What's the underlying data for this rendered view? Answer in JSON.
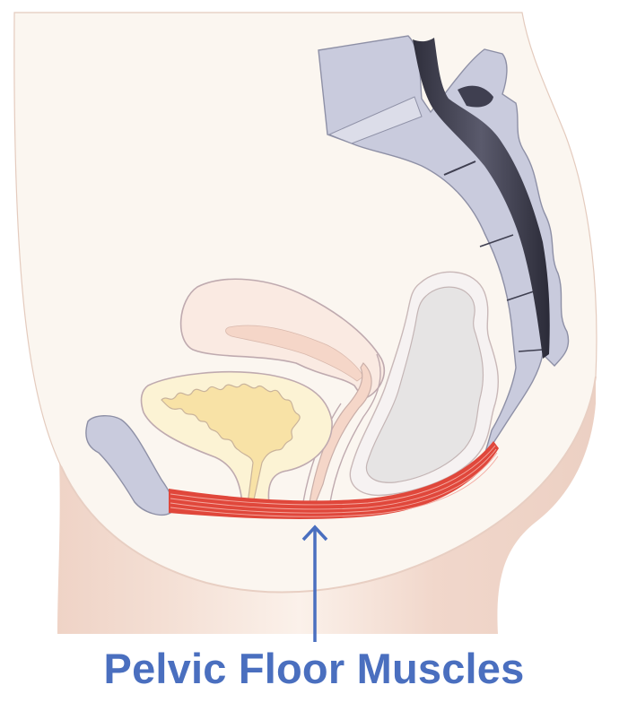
{
  "diagram": {
    "title": "Pelvic Floor Muscles",
    "view": "sagittal cross-section of female pelvis",
    "label": {
      "text": "Pelvic Floor Muscles",
      "color": "#4a6fbf"
    },
    "arrow": {
      "points_to": "pelvic-floor-muscles",
      "color": "#4a6fbf"
    },
    "structures": [
      {
        "name": "pubic-bone",
        "color": "#c9cbdd"
      },
      {
        "name": "bladder",
        "color": "#fcf3d4"
      },
      {
        "name": "bladder-lumen",
        "color": "#f8e2a6"
      },
      {
        "name": "urethra",
        "color": "#f8e2a6"
      },
      {
        "name": "uterus",
        "color": "#faeae2"
      },
      {
        "name": "vagina",
        "color": "#f5d6c8"
      },
      {
        "name": "rectum",
        "color": "#e6e4e4"
      },
      {
        "name": "sacrum-coccyx",
        "color": "#c9cbdd"
      },
      {
        "name": "spinal-canal",
        "color": "#3f3f50"
      },
      {
        "name": "pelvic-floor-muscles",
        "color": "#e0473b"
      }
    ],
    "colors": {
      "body_fill": "#fbf6f0",
      "skin_shadow": "#f0d6ca",
      "outline": "#b9a6aa"
    }
  }
}
